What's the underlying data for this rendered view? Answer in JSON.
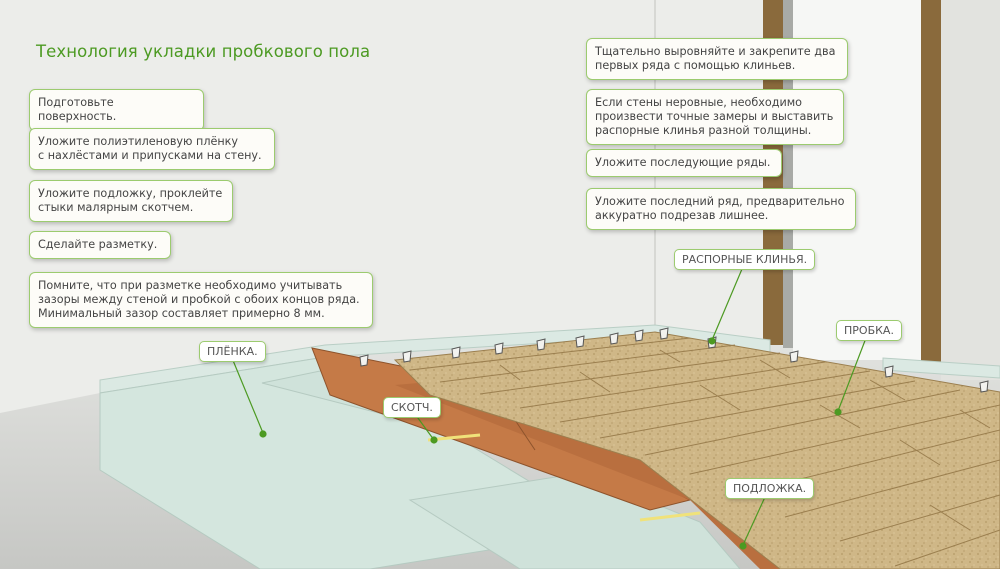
{
  "title": "Технология укладки пробкового пола",
  "steps_left": [
    "Подготовьте поверхность.",
    "Уложите полиэтиленовую плёнку\nс нахлёстами и припусками на стену.",
    "Уложите подложку, проклейте\nстыки малярным скотчем.",
    "Сделайте разметку.",
    "Помните, что при разметке необходимо учитывать\nзазоры между стеной и пробкой с обоих концов ряда.\nМинимальный зазор составляет примерно 8 мм."
  ],
  "steps_right": [
    "Тщательно выровняйте и закрепите два\nпервых ряда с помощью клиньев.",
    "Если стены неровные, необходимо\nпроизвести точные замеры и выставить\nраспорные клинья разной толщины.",
    "Уложите последующие ряды.",
    "Уложите последний ряд, предварительно\nаккуратно подрезав лишнее."
  ],
  "labels": {
    "film": "ПЛЁНКА.",
    "tape": "СКОТЧ.",
    "wedges": "РАСПОРНЫЕ КЛИНЬЯ.",
    "cork": "ПРОБКА.",
    "underlay": "ПОДЛОЖКА."
  },
  "colors": {
    "accent": "#4c9a22",
    "border": "#9ccb6f",
    "wall": "#ecedea",
    "floor": "#d2d3d0",
    "film": "#d8e8e2",
    "underlay": "#c97f4c",
    "cork": "#cdb585",
    "door_frame": "#8a6a3c"
  }
}
